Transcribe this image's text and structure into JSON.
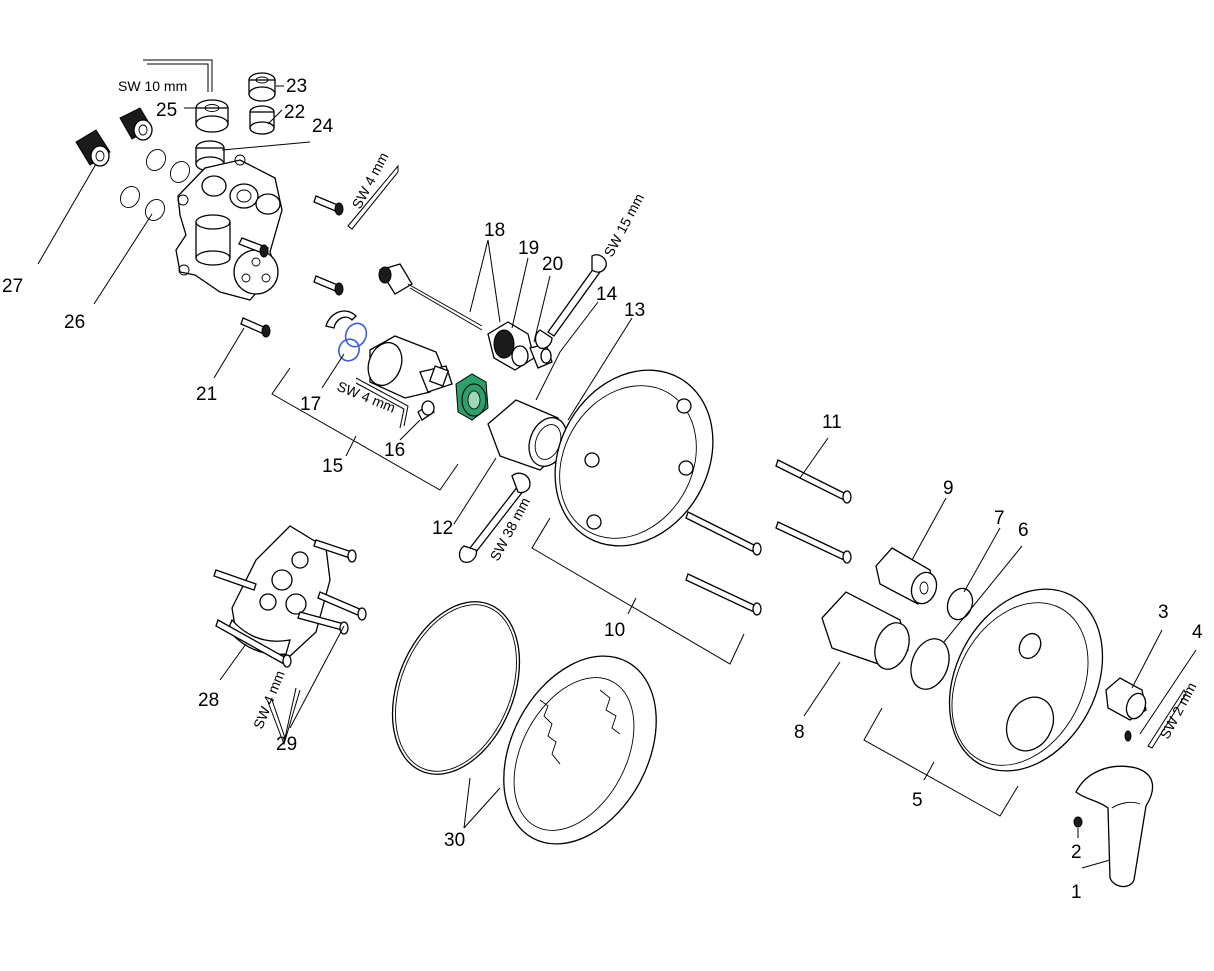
{
  "callouts": [
    "1",
    "2",
    "3",
    "4",
    "5",
    "6",
    "7",
    "8",
    "9",
    "10",
    "11",
    "12",
    "13",
    "14",
    "15",
    "16",
    "17",
    "18",
    "19",
    "20",
    "21",
    "22",
    "23",
    "24",
    "25",
    "26",
    "27",
    "28",
    "29",
    "30"
  ],
  "tool_labels": {
    "sw10": "SW 10 mm",
    "sw4_top": "SW 4 mm",
    "sw4_mid": "SW 4 mm",
    "sw4_bottom": "SW 4 mm",
    "sw15": "SW 15 mm",
    "sw38": "SW 38 mm",
    "sw2": "SW 2 mm"
  },
  "colors": {
    "line": "#000000",
    "accent_green": "#2e9e6a",
    "accent_blue": "#3b5fd6"
  }
}
